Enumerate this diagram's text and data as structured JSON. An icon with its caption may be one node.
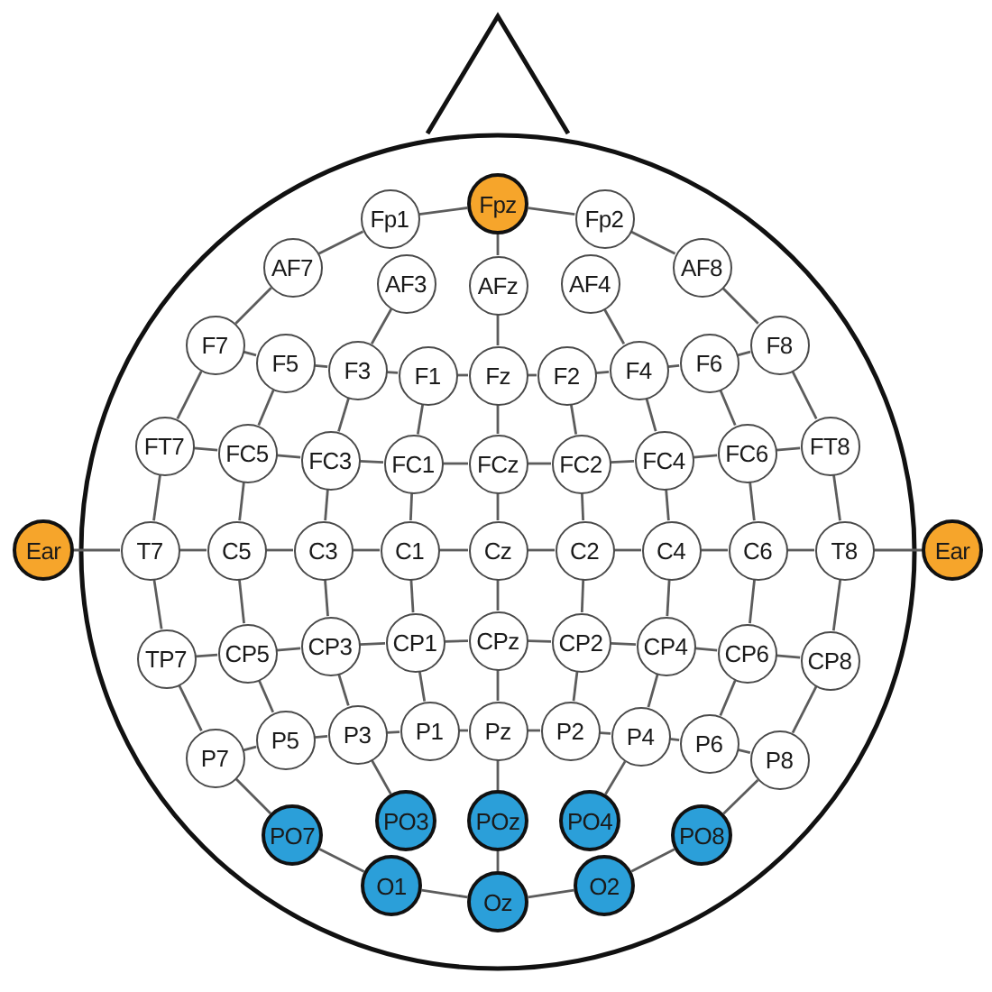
{
  "diagram": {
    "nodes": [
      {
        "text": [
          "Fp1"
        ]
      },
      {
        "text": [
          "Fpz"
        ]
      },
      {
        "text": [
          "Fp2"
        ]
      },
      {
        "text": [
          "AF7"
        ]
      },
      {
        "text": [
          "AF3"
        ]
      },
      {
        "text": [
          "AFz"
        ]
      },
      {
        "text": [
          "AF4"
        ]
      },
      {
        "text": [
          "AF8"
        ]
      },
      {
        "text": [
          "F7"
        ]
      },
      {
        "text": [
          "F5"
        ]
      },
      {
        "text": [
          "F3"
        ]
      },
      {
        "text": [
          "F1"
        ]
      },
      {
        "text": [
          "Fz"
        ]
      },
      {
        "text": [
          "F2"
        ]
      },
      {
        "text": [
          "F4"
        ]
      },
      {
        "text": [
          "F6"
        ]
      },
      {
        "text": [
          "F8"
        ]
      },
      {
        "text": [
          "FT7"
        ]
      },
      {
        "text": [
          "FC5"
        ]
      },
      {
        "text": [
          "FC3"
        ]
      },
      {
        "text": [
          "FC1"
        ]
      },
      {
        "text": [
          "FCz"
        ]
      },
      {
        "text": [
          "FC2"
        ]
      },
      {
        "text": [
          "FC4"
        ]
      },
      {
        "text": [
          "FC6"
        ]
      },
      {
        "text": [
          "FT8"
        ]
      },
      {
        "text": [
          "Ear"
        ]
      },
      {
        "text": [
          "T7"
        ]
      },
      {
        "text": [
          "C5"
        ]
      },
      {
        "text": [
          "C3"
        ]
      },
      {
        "text": [
          "C1"
        ]
      },
      {
        "text": [
          "Cz"
        ]
      },
      {
        "text": [
          "C2"
        ]
      },
      {
        "text": [
          "C4"
        ]
      },
      {
        "text": [
          "C6"
        ]
      },
      {
        "text": [
          "T8"
        ]
      },
      {
        "text": [
          "Ear"
        ]
      },
      {
        "text": [
          "TP7"
        ]
      },
      {
        "text": [
          "CP5"
        ]
      },
      {
        "text": [
          "CP3"
        ]
      },
      {
        "text": [
          "CP1"
        ]
      },
      {
        "text": [
          "CPz"
        ]
      },
      {
        "text": [
          "CP2"
        ]
      },
      {
        "text": [
          "CP4"
        ]
      },
      {
        "text": [
          "CP6"
        ]
      },
      {
        "text": [
          "CP8"
        ]
      },
      {
        "text": [
          "P7"
        ]
      },
      {
        "text": [
          "P5"
        ]
      },
      {
        "text": [
          "P3"
        ]
      },
      {
        "text": [
          "P1"
        ]
      },
      {
        "text": [
          "Pz"
        ]
      },
      {
        "text": [
          "P2"
        ]
      },
      {
        "text": [
          "P4"
        ]
      },
      {
        "text": [
          "P6"
        ]
      },
      {
        "text": [
          "P8"
        ]
      },
      {
        "text": [
          "PO7"
        ]
      },
      {
        "text": [
          "PO3"
        ]
      },
      {
        "text": [
          "POz"
        ]
      },
      {
        "text": [
          "PO4"
        ]
      },
      {
        "text": [
          "PO8"
        ]
      },
      {
        "text": [
          "O1"
        ]
      },
      {
        "text": [
          "Oz"
        ]
      },
      {
        "text": [
          "O2"
        ]
      }
    ],
    "edges": [
      {
        "from": 1,
        "to": 5,
        "arrow": "none"
      },
      {
        "from": 5,
        "to": 12,
        "arrow": "none"
      },
      {
        "from": 12,
        "to": 21,
        "arrow": "none"
      },
      {
        "from": 21,
        "to": 31,
        "arrow": "none"
      },
      {
        "from": 31,
        "to": 41,
        "arrow": "none"
      },
      {
        "from": 41,
        "to": 50,
        "arrow": "none"
      },
      {
        "from": 50,
        "to": 57,
        "arrow": "none"
      },
      {
        "from": 57,
        "to": 61,
        "arrow": "none"
      },
      {
        "from": 11,
        "to": 20,
        "arrow": "none"
      },
      {
        "from": 20,
        "to": 30,
        "arrow": "none"
      },
      {
        "from": 30,
        "to": 40,
        "arrow": "none"
      },
      {
        "from": 40,
        "to": 49,
        "arrow": "none"
      },
      {
        "from": 4,
        "to": 10,
        "arrow": "none"
      },
      {
        "from": 10,
        "to": 19,
        "arrow": "none"
      },
      {
        "from": 19,
        "to": 29,
        "arrow": "none"
      },
      {
        "from": 29,
        "to": 39,
        "arrow": "none"
      },
      {
        "from": 39,
        "to": 48,
        "arrow": "none"
      },
      {
        "from": 48,
        "to": 56,
        "arrow": "none"
      },
      {
        "from": 9,
        "to": 18,
        "arrow": "none"
      },
      {
        "from": 18,
        "to": 28,
        "arrow": "none"
      },
      {
        "from": 28,
        "to": 38,
        "arrow": "none"
      },
      {
        "from": 38,
        "to": 47,
        "arrow": "none"
      },
      {
        "from": 13,
        "to": 22,
        "arrow": "none"
      },
      {
        "from": 22,
        "to": 32,
        "arrow": "none"
      },
      {
        "from": 32,
        "to": 42,
        "arrow": "none"
      },
      {
        "from": 42,
        "to": 51,
        "arrow": "none"
      },
      {
        "from": 6,
        "to": 14,
        "arrow": "none"
      },
      {
        "from": 14,
        "to": 23,
        "arrow": "none"
      },
      {
        "from": 23,
        "to": 33,
        "arrow": "none"
      },
      {
        "from": 33,
        "to": 43,
        "arrow": "none"
      },
      {
        "from": 43,
        "to": 52,
        "arrow": "none"
      },
      {
        "from": 52,
        "to": 58,
        "arrow": "none"
      },
      {
        "from": 15,
        "to": 24,
        "arrow": "none"
      },
      {
        "from": 24,
        "to": 34,
        "arrow": "none"
      },
      {
        "from": 34,
        "to": 44,
        "arrow": "none"
      },
      {
        "from": 44,
        "to": 53,
        "arrow": "none"
      },
      {
        "from": 8,
        "to": 9,
        "arrow": "none"
      },
      {
        "from": 9,
        "to": 10,
        "arrow": "none"
      },
      {
        "from": 10,
        "to": 11,
        "arrow": "none"
      },
      {
        "from": 11,
        "to": 12,
        "arrow": "none"
      },
      {
        "from": 12,
        "to": 13,
        "arrow": "none"
      },
      {
        "from": 13,
        "to": 14,
        "arrow": "none"
      },
      {
        "from": 14,
        "to": 15,
        "arrow": "none"
      },
      {
        "from": 15,
        "to": 16,
        "arrow": "none"
      },
      {
        "from": 17,
        "to": 18,
        "arrow": "none"
      },
      {
        "from": 18,
        "to": 19,
        "arrow": "none"
      },
      {
        "from": 19,
        "to": 20,
        "arrow": "none"
      },
      {
        "from": 20,
        "to": 21,
        "arrow": "none"
      },
      {
        "from": 21,
        "to": 22,
        "arrow": "none"
      },
      {
        "from": 22,
        "to": 23,
        "arrow": "none"
      },
      {
        "from": 23,
        "to": 24,
        "arrow": "none"
      },
      {
        "from": 24,
        "to": 25,
        "arrow": "none"
      },
      {
        "from": 26,
        "to": 27,
        "arrow": "none"
      },
      {
        "from": 27,
        "to": 28,
        "arrow": "none"
      },
      {
        "from": 28,
        "to": 29,
        "arrow": "none"
      },
      {
        "from": 29,
        "to": 30,
        "arrow": "none"
      },
      {
        "from": 30,
        "to": 31,
        "arrow": "none"
      },
      {
        "from": 31,
        "to": 32,
        "arrow": "none"
      },
      {
        "from": 32,
        "to": 33,
        "arrow": "none"
      },
      {
        "from": 33,
        "to": 34,
        "arrow": "none"
      },
      {
        "from": 34,
        "to": 35,
        "arrow": "none"
      },
      {
        "from": 35,
        "to": 36,
        "arrow": "none"
      },
      {
        "from": 37,
        "to": 38,
        "arrow": "none"
      },
      {
        "from": 38,
        "to": 39,
        "arrow": "none"
      },
      {
        "from": 39,
        "to": 40,
        "arrow": "none"
      },
      {
        "from": 40,
        "to": 41,
        "arrow": "none"
      },
      {
        "from": 41,
        "to": 42,
        "arrow": "none"
      },
      {
        "from": 42,
        "to": 43,
        "arrow": "none"
      },
      {
        "from": 43,
        "to": 44,
        "arrow": "none"
      },
      {
        "from": 44,
        "to": 45,
        "arrow": "none"
      },
      {
        "from": 46,
        "to": 47,
        "arrow": "none"
      },
      {
        "from": 47,
        "to": 48,
        "arrow": "none"
      },
      {
        "from": 48,
        "to": 49,
        "arrow": "none"
      },
      {
        "from": 49,
        "to": 50,
        "arrow": "none"
      },
      {
        "from": 50,
        "to": 51,
        "arrow": "none"
      },
      {
        "from": 51,
        "to": 52,
        "arrow": "none"
      },
      {
        "from": 52,
        "to": 53,
        "arrow": "none"
      },
      {
        "from": 53,
        "to": 54,
        "arrow": "none"
      },
      {
        "from": 0,
        "to": 1,
        "arrow": "none"
      },
      {
        "from": 1,
        "to": 2,
        "arrow": "none"
      },
      {
        "from": 0,
        "to": 3,
        "arrow": "none"
      },
      {
        "from": 2,
        "to": 7,
        "arrow": "none"
      },
      {
        "from": 3,
        "to": 8,
        "arrow": "none"
      },
      {
        "from": 7,
        "to": 16,
        "arrow": "none"
      },
      {
        "from": 8,
        "to": 17,
        "arrow": "none"
      },
      {
        "from": 16,
        "to": 25,
        "arrow": "none"
      },
      {
        "from": 17,
        "to": 27,
        "arrow": "none"
      },
      {
        "from": 25,
        "to": 35,
        "arrow": "none"
      },
      {
        "from": 27,
        "to": 37,
        "arrow": "none"
      },
      {
        "from": 35,
        "to": 45,
        "arrow": "none"
      },
      {
        "from": 37,
        "to": 46,
        "arrow": "none"
      },
      {
        "from": 45,
        "to": 54,
        "arrow": "none"
      },
      {
        "from": 46,
        "to": 55,
        "arrow": "none"
      },
      {
        "from": 54,
        "to": 59,
        "arrow": "none"
      },
      {
        "from": 55,
        "to": 60,
        "arrow": "none"
      },
      {
        "from": 59,
        "to": 62,
        "arrow": "none"
      },
      {
        "from": 60,
        "to": 61,
        "arrow": "none"
      },
      {
        "from": 61,
        "to": 62,
        "arrow": "none"
      }
    ]
  }
}
